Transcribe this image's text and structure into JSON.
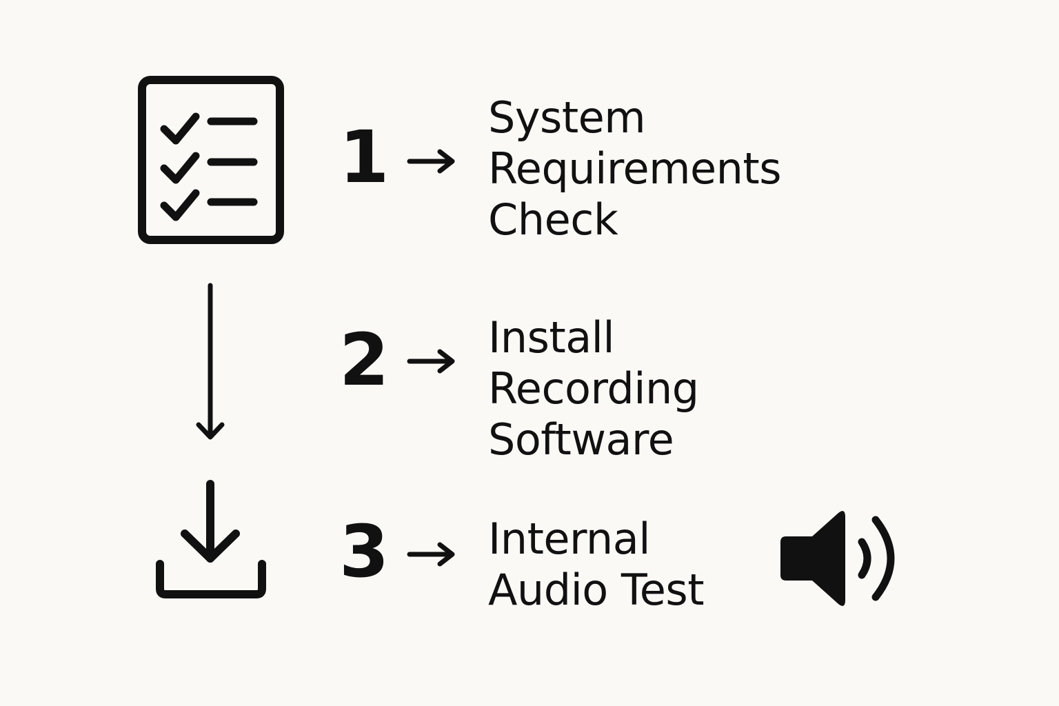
{
  "steps": [
    {
      "number": "1",
      "label_lines": [
        "System",
        "Requirements",
        "Check"
      ],
      "icon": "checklist-icon"
    },
    {
      "number": "2",
      "label_lines": [
        "Install",
        "Recording",
        "Software"
      ],
      "icon": "download-icon"
    },
    {
      "number": "3",
      "label_lines": [
        "Internal",
        "Audio Test"
      ],
      "icon": "speaker-icon"
    }
  ],
  "connector_icon": "down-arrow-icon",
  "colors": {
    "background": "#faf9f6",
    "ink": "#111111"
  }
}
